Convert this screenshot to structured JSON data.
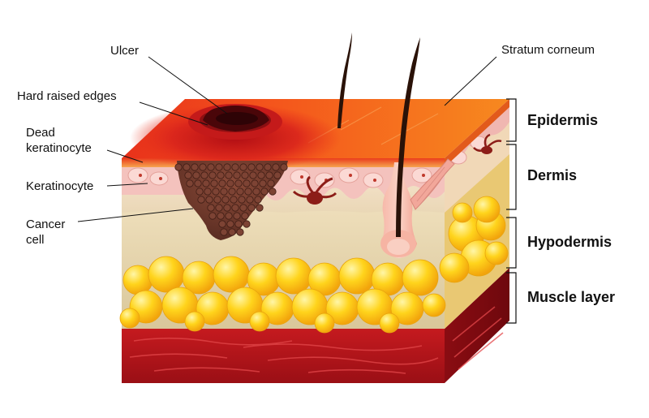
{
  "labels": {
    "ulcer": "Ulcer",
    "hard_raised_edges": "Hard raised edges",
    "dead_keratinocyte_line1": "Dead",
    "dead_keratinocyte_line2": "keratinocyte",
    "keratinocyte": "Keratinocyte",
    "cancer_cell_line1": "Cancer",
    "cancer_cell_line2": "cell",
    "stratum_corneum": "Stratum corneum"
  },
  "layers": {
    "epidermis": "Epidermis",
    "dermis": "Dermis",
    "hypodermis": "Hypodermis",
    "muscle": "Muscle layer"
  },
  "colors": {
    "epidermis_top": "#f46a1e",
    "ulcer_red": "#d81e1e",
    "dermis": "#f2dcc0",
    "hypodermis": "#e6d6a8",
    "fat_yellow": "#ffd21a",
    "muscle": "#b3141a",
    "hair": "#2a1208",
    "tumor": "#6e3a2e"
  }
}
